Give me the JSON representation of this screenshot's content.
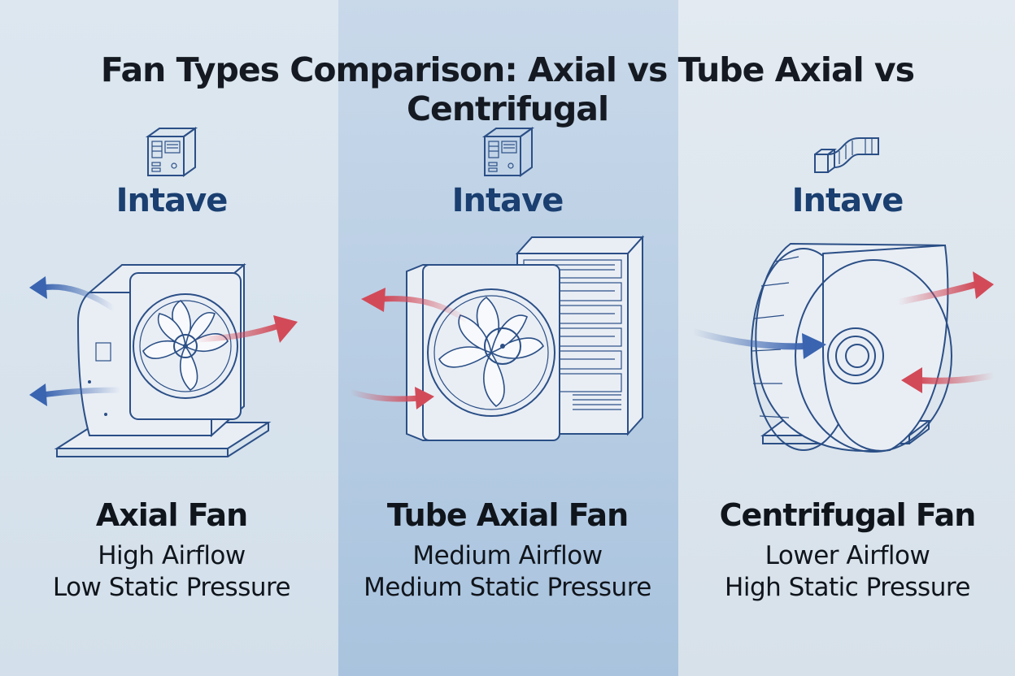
{
  "title": "Fan Types Comparison: Axial vs Tube Axial vs Centrifugal",
  "colors": {
    "line": "#2b4f86",
    "intake_text": "#1a3f70",
    "arrow_blue": "#3a64b0",
    "arrow_red": "#d24a58"
  },
  "panels": [
    {
      "intake_label": "Intave",
      "icon": "server-box-icon",
      "fan_name": "Axial Fan",
      "airflow": "High Airflow",
      "pressure": "Low Static Pressure"
    },
    {
      "intake_label": "Intave",
      "icon": "server-box-icon",
      "fan_name": "Tube Axial Fan",
      "airflow": "Medium Airflow",
      "pressure": "Medium Static Pressure"
    },
    {
      "intake_label": "Intave",
      "icon": "duct-icon",
      "fan_name": "Centrifugal Fan",
      "airflow": "Lower Airflow",
      "pressure": "High Static Pressure"
    }
  ]
}
